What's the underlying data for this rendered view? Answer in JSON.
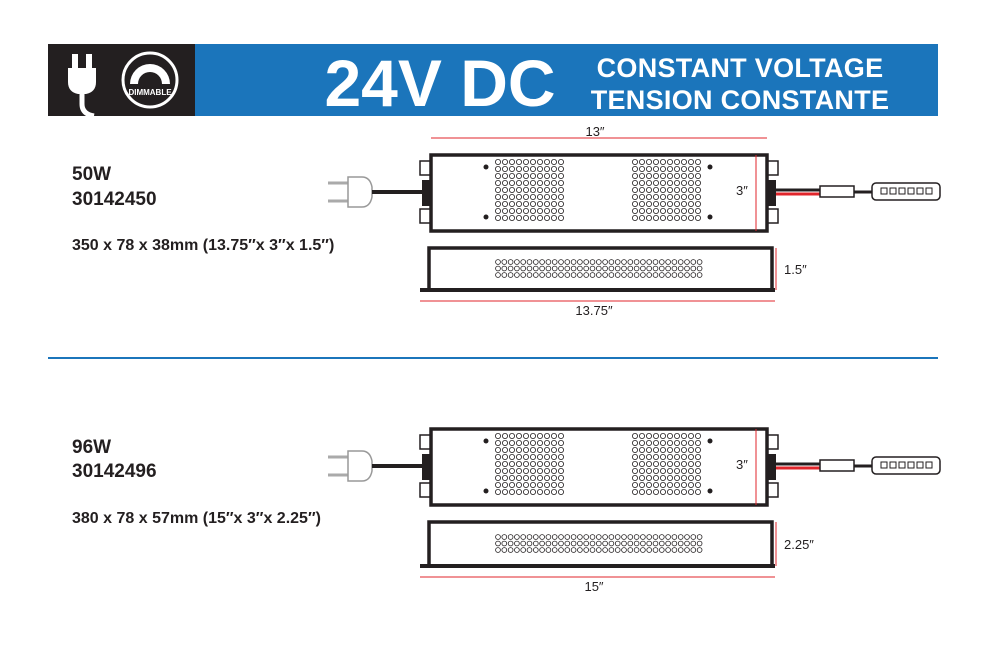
{
  "header": {
    "title": "24V DC",
    "subtitle_en": "CONSTANT VOLTAGE",
    "subtitle_fr": "TENSION CONSTANTE",
    "badge_label": "DIMMABLE",
    "colors": {
      "blue": "#1b75bb",
      "black": "#231f20",
      "dimension_red": "#e0252b"
    }
  },
  "products": [
    {
      "wattage": "50W",
      "sku": "30142450",
      "dimensions": "350 x 78 x 38mm (13.75″x 3″x 1.5″)",
      "drawing": {
        "top_length": "13″",
        "width": "3″",
        "height": "1.5″",
        "base_length": "13.75″"
      }
    },
    {
      "wattage": "96W",
      "sku": "30142496",
      "dimensions": "380 x 78 x 57mm (15″x 3″x 2.25″)",
      "drawing": {
        "width": "3″",
        "height": "2.25″",
        "base_length": "15″"
      }
    }
  ]
}
